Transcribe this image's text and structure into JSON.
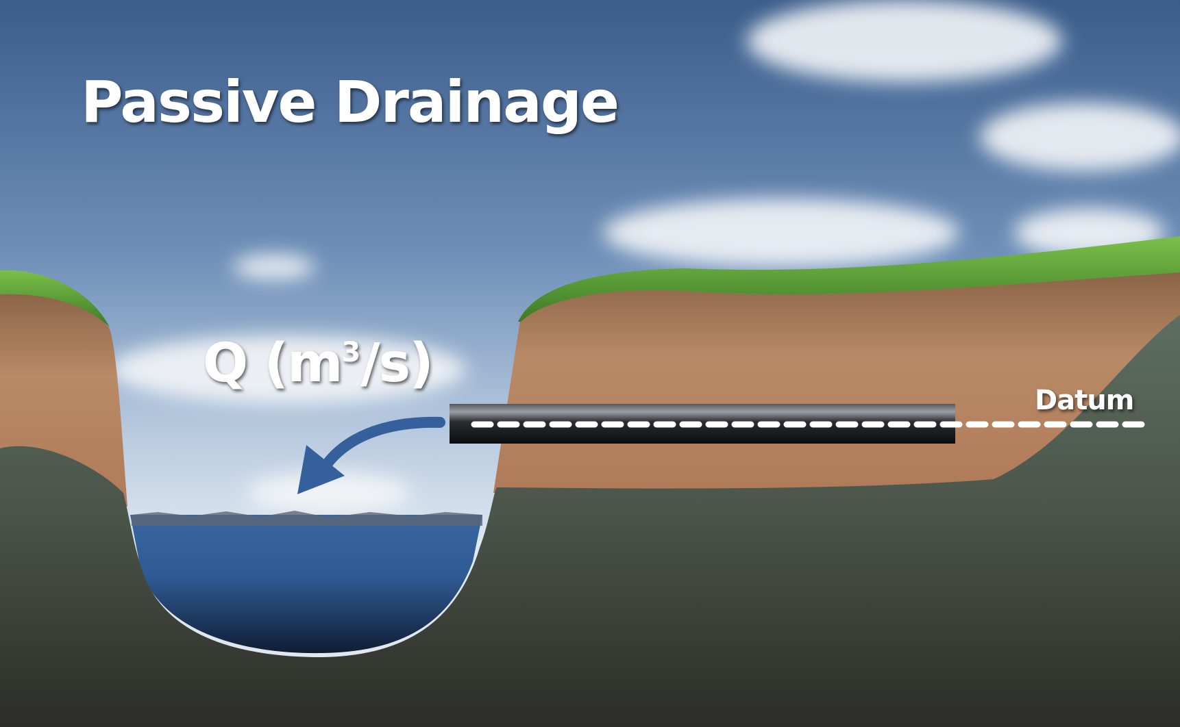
{
  "title": "Passive Drainage",
  "flow_label": {
    "symbol": "Q",
    "unit_open": "(m",
    "exponent": "3",
    "unit_close": "/s)"
  },
  "datum_label": "Datum",
  "colors": {
    "arrow": "#35609c",
    "water": "#2f5a93",
    "pipe": "#1c1e22",
    "sky_top": "#3d5f8e",
    "sky_bottom": "#d3dfea"
  }
}
